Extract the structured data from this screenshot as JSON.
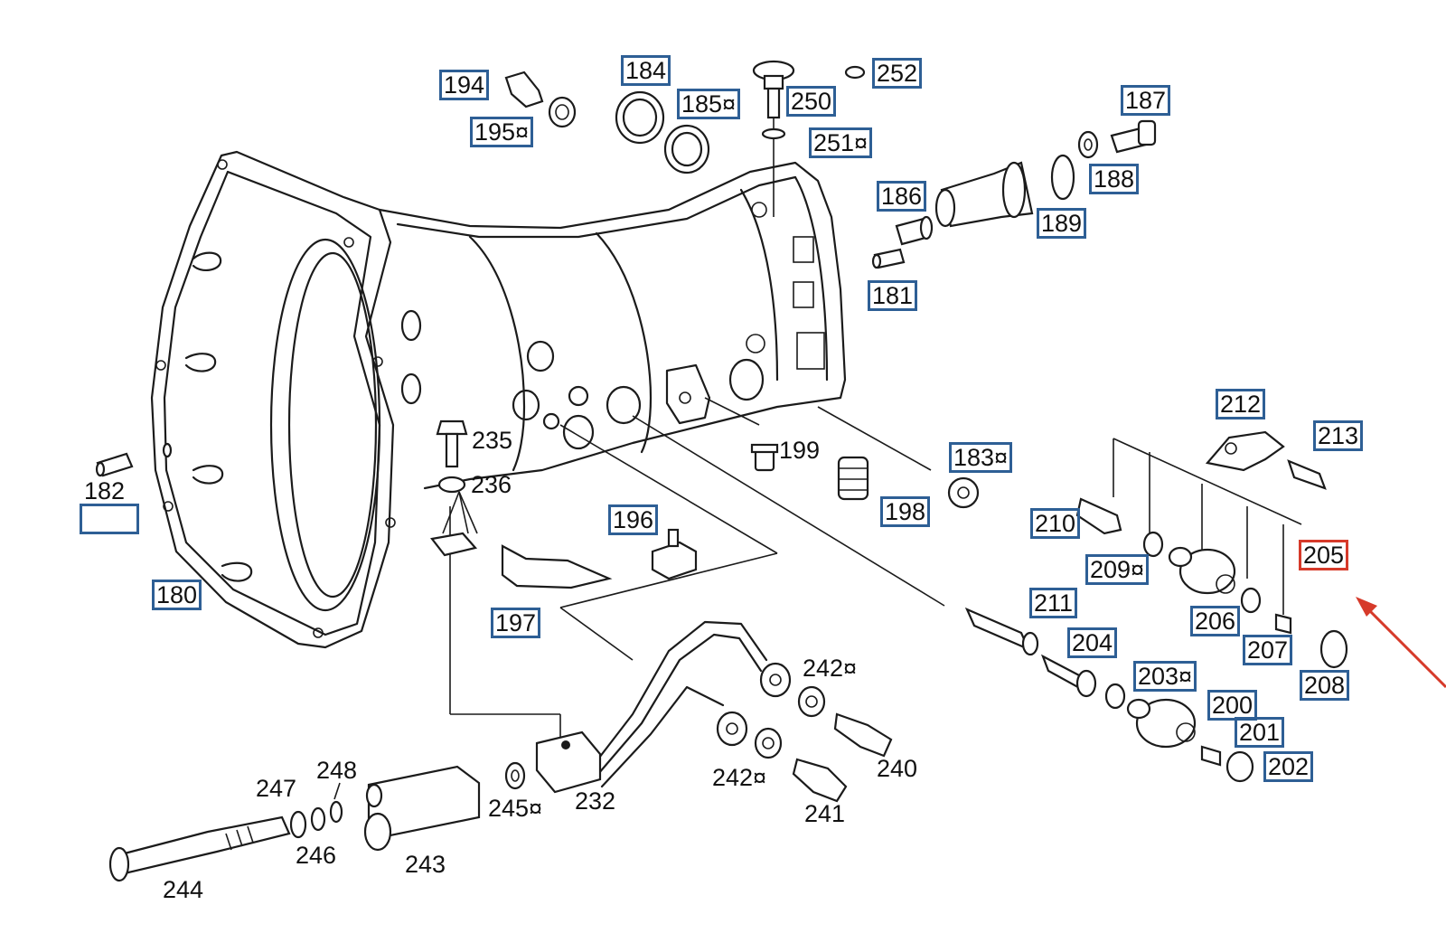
{
  "diagram": {
    "callouts": [
      {
        "id": "180",
        "label": "180",
        "boxed": true
      },
      {
        "id": "181",
        "label": "181",
        "boxed": true
      },
      {
        "id": "182",
        "label": "182",
        "boxed": false
      },
      {
        "id": "182b",
        "label": "",
        "boxed": true
      },
      {
        "id": "183",
        "label": "183¤",
        "boxed": true
      },
      {
        "id": "184",
        "label": "184",
        "boxed": true
      },
      {
        "id": "185",
        "label": "185¤",
        "boxed": true
      },
      {
        "id": "186",
        "label": "186",
        "boxed": true
      },
      {
        "id": "187",
        "label": "187",
        "boxed": true
      },
      {
        "id": "188",
        "label": "188",
        "boxed": true
      },
      {
        "id": "189",
        "label": "189",
        "boxed": true
      },
      {
        "id": "194",
        "label": "194",
        "boxed": true
      },
      {
        "id": "195",
        "label": "195¤",
        "boxed": true
      },
      {
        "id": "196",
        "label": "196",
        "boxed": true
      },
      {
        "id": "197",
        "label": "197",
        "boxed": true
      },
      {
        "id": "198",
        "label": "198",
        "boxed": true
      },
      {
        "id": "199",
        "label": "199",
        "boxed": false
      },
      {
        "id": "200",
        "label": "200",
        "boxed": true
      },
      {
        "id": "201",
        "label": "201",
        "boxed": true
      },
      {
        "id": "202",
        "label": "202",
        "boxed": true
      },
      {
        "id": "203",
        "label": "203¤",
        "boxed": true
      },
      {
        "id": "204",
        "label": "204",
        "boxed": true
      },
      {
        "id": "205",
        "label": "205",
        "boxed": true,
        "selected": true
      },
      {
        "id": "206",
        "label": "206",
        "boxed": true
      },
      {
        "id": "207",
        "label": "207",
        "boxed": true
      },
      {
        "id": "208",
        "label": "208",
        "boxed": true
      },
      {
        "id": "209",
        "label": "209¤",
        "boxed": true
      },
      {
        "id": "210",
        "label": "210",
        "boxed": true
      },
      {
        "id": "211",
        "label": "211",
        "boxed": true
      },
      {
        "id": "212",
        "label": "212",
        "boxed": true
      },
      {
        "id": "213",
        "label": "213",
        "boxed": true
      },
      {
        "id": "232",
        "label": "232",
        "boxed": false
      },
      {
        "id": "235",
        "label": "235",
        "boxed": false
      },
      {
        "id": "236",
        "label": "236",
        "boxed": false
      },
      {
        "id": "240",
        "label": "240",
        "boxed": false
      },
      {
        "id": "241",
        "label": "241",
        "boxed": false
      },
      {
        "id": "242a",
        "label": "242¤",
        "boxed": false
      },
      {
        "id": "242b",
        "label": "242¤",
        "boxed": false
      },
      {
        "id": "243",
        "label": "243",
        "boxed": false
      },
      {
        "id": "244",
        "label": "244",
        "boxed": false
      },
      {
        "id": "245",
        "label": "245¤",
        "boxed": false
      },
      {
        "id": "246",
        "label": "246",
        "boxed": false
      },
      {
        "id": "247",
        "label": "247",
        "boxed": false
      },
      {
        "id": "248",
        "label": "248",
        "boxed": false
      },
      {
        "id": "250",
        "label": "250",
        "boxed": true
      },
      {
        "id": "251",
        "label": "251¤",
        "boxed": true
      },
      {
        "id": "252",
        "label": "252",
        "boxed": true
      }
    ],
    "colors": {
      "box": "#2e5f95",
      "selected_box": "#d63a2a",
      "arrow": "#d63a2a",
      "line_art": "#1b1b1b"
    },
    "pointer": {
      "icon": "arrow-pointer-icon",
      "target": "205"
    }
  }
}
